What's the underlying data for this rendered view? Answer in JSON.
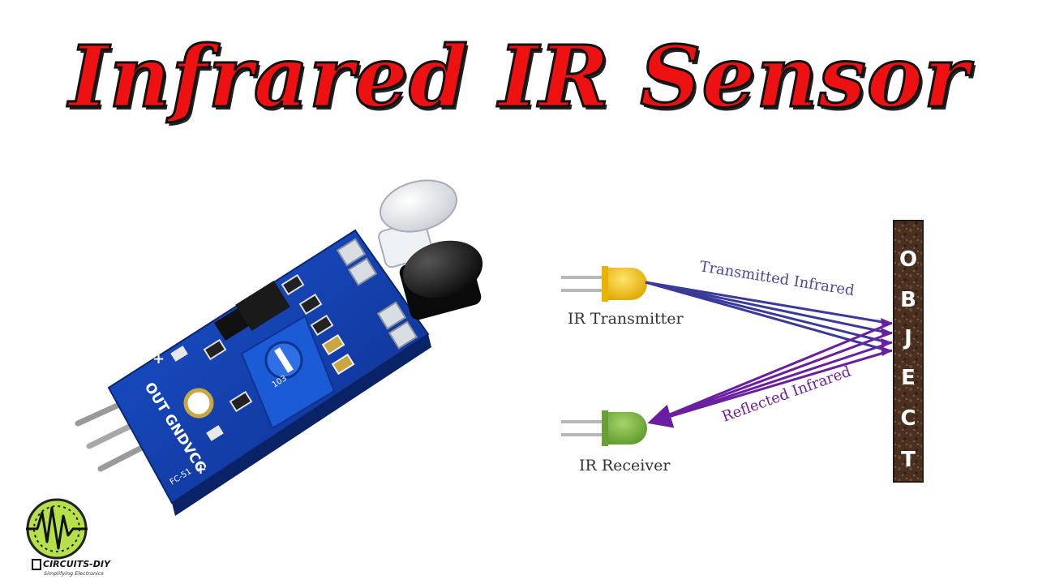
{
  "title": "Infrared IR Sensor",
  "module": {
    "pin_labels": "OUT GNDVCC",
    "plus_top": "+",
    "plus_bottom": "+",
    "chip_codes": [
      "FC-51",
      "103"
    ]
  },
  "diagram": {
    "transmitter_label": "IR Transmitter",
    "receiver_label": "IR Receiver",
    "transmitted_label": "Transmitted Infrared",
    "reflected_label": "Reflected Infrared",
    "object_letters": [
      "O",
      "B",
      "J",
      "E",
      "C",
      "T"
    ]
  },
  "logo": {
    "brand": "CIRCUITS-DIY",
    "tagline": "Simplifying Electronics"
  },
  "colors": {
    "title_red": "#ee1111",
    "pcb_blue": "#1340b8",
    "transmitter_led": "#f5c400",
    "receiver_led": "#7bb442",
    "transmitted_line": "#3a3a9a",
    "reflected_line": "#6a1fa0",
    "object_brown": "#4a3020"
  }
}
